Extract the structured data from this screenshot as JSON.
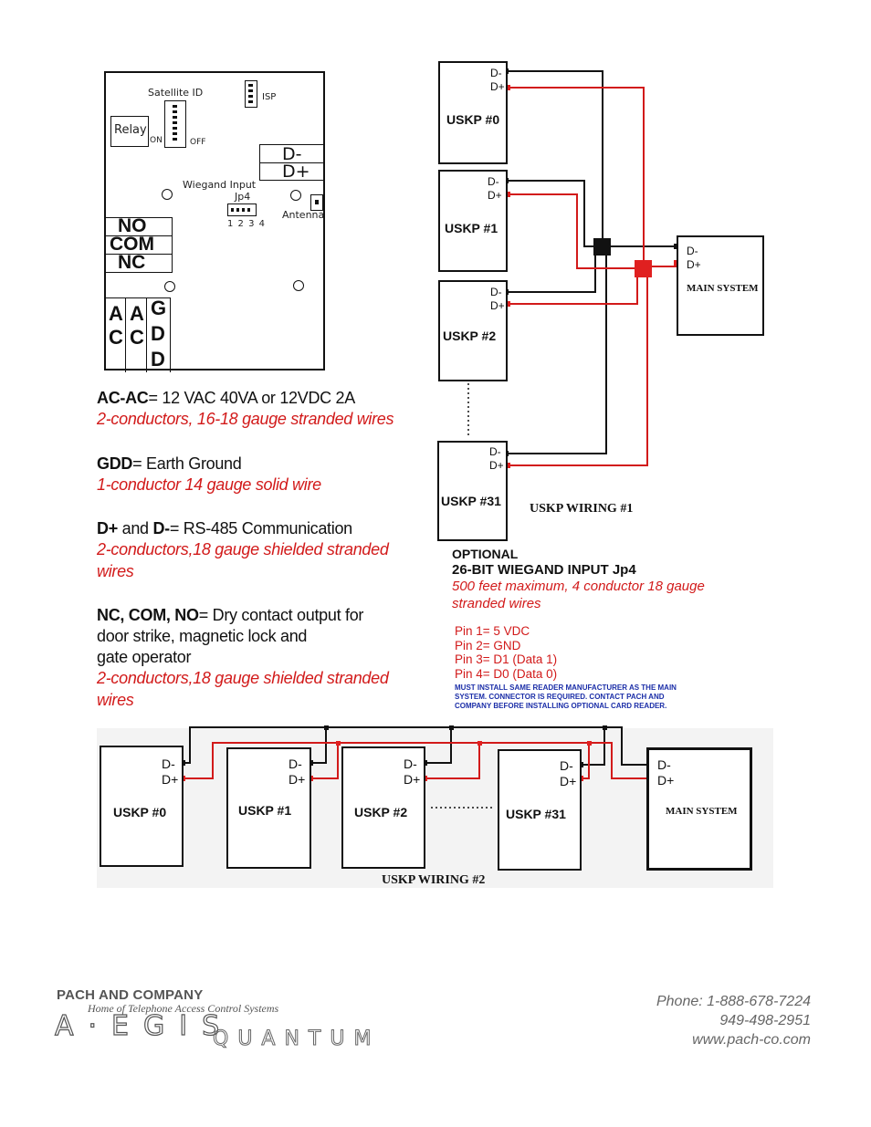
{
  "board": {
    "satellite_id": "Satellite ID",
    "isp": "ISP",
    "relay": "Relay",
    "on": "ON",
    "off": "OFF",
    "d_minus": "D-",
    "d_plus": "D+",
    "wiegand_input": "Wiegand Input",
    "jp4": "Jp4",
    "pins": "1 2 3 4",
    "antenna": "Antenna",
    "no": "NO",
    "com": "COM",
    "nc": "NC",
    "ac_a": "A",
    "ac_c": "C",
    "ac2_a": "A",
    "ac2_c": "C",
    "gdd_g": "G",
    "gdd_d1": "D",
    "gdd_d2": "D"
  },
  "legend": {
    "ac_label": "AC-AC",
    "ac_desc": "= 12 VAC 40VA or 12VDC 2A",
    "ac_wire": "2-conductors, 16-18 gauge stranded wires",
    "gdd_label": "GDD",
    "gdd_desc": "= Earth Ground",
    "gdd_wire": "1-conductor 14 gauge solid wire",
    "dpm_a": "D+",
    "dpm_and": " and ",
    "dpm_b": "D-",
    "dpm_desc": "= RS-485 Communication",
    "dpm_wire": "2-conductors,18 gauge shielded stranded wires",
    "relay_label": "NC, COM, NO",
    "relay_desc1": "= Dry contact output for",
    "relay_desc2": "door strike, magnetic lock and",
    "relay_desc3": "gate operator",
    "relay_wire": "2-conductors,18 gauge shielded stranded wires"
  },
  "wiring1": {
    "units": [
      {
        "name": "USKP #0",
        "dm": "D-",
        "dp": "D+"
      },
      {
        "name": "USKP #1",
        "dm": "D-",
        "dp": "D+"
      },
      {
        "name": "USKP #2",
        "dm": "D-",
        "dp": "D+"
      },
      {
        "name": "USKP #31",
        "dm": "D-",
        "dp": "D+"
      }
    ],
    "main": {
      "name": "MAIN SYSTEM",
      "dm": "D-",
      "dp": "D+"
    },
    "caption": "USKP WIRING #1"
  },
  "wiegand": {
    "optional": "OPTIONAL",
    "title": "26-BIT WIEGAND INPUT Jp4",
    "wire": "500 feet maximum, 4 conductor 18 gauge stranded wires",
    "pins": [
      "Pin 1= 5 VDC",
      "Pin 2= GND",
      "Pin 3= D1 (Data 1)",
      "Pin 4= D0 (Data 0)"
    ],
    "note": "MUST INSTALL SAME READER MANUFACTURER AS THE MAIN SYSTEM. CONNECTOR IS REQUIRED. CONTACT PACH AND COMPANY BEFORE INSTALLING OPTIONAL CARD READER."
  },
  "wiring2": {
    "units": [
      {
        "name": "USKP #0",
        "dm": "D-",
        "dp": "D+"
      },
      {
        "name": "USKP #1",
        "dm": "D-",
        "dp": "D+"
      },
      {
        "name": "USKP #2",
        "dm": "D-",
        "dp": "D+"
      },
      {
        "name": "USKP #31",
        "dm": "D-",
        "dp": "D+"
      }
    ],
    "main": {
      "name": "MAIN SYSTEM",
      "dm": "D-",
      "dp": "D+"
    },
    "caption": "USKP WIRING #2"
  },
  "footer": {
    "company": "PACH AND COMPANY",
    "tagline": "Home of Telephone Access Control Systems",
    "logo_text": "AEGIS QUANTUM",
    "phone1": "Phone: 1-888-678-7224",
    "phone2": "949-498-2951",
    "web": "www.pach-co.com"
  },
  "colors": {
    "red_wire": "#d21a1a",
    "black_wire": "#111111",
    "junction_red": "#e02020"
  }
}
